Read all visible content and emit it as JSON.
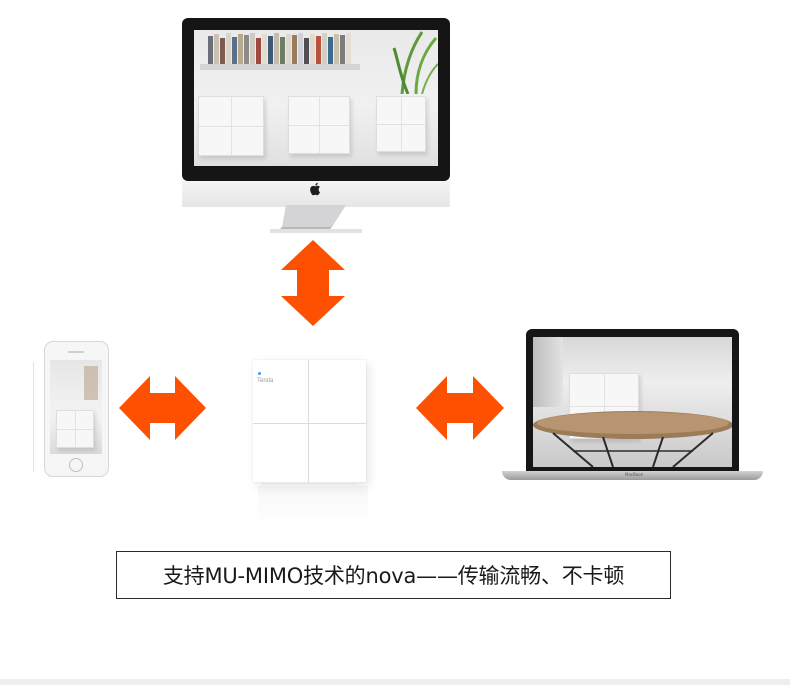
{
  "caption": "支持MU-MIMO技术的nova——传输流畅、不卡顿",
  "router": {
    "brand": "Tenda"
  },
  "laptop": {
    "label": "MacBook"
  },
  "colors": {
    "arrow": "#fd5000",
    "frame": "#151515",
    "background": "#ffffff"
  },
  "icons": {
    "imac": "imac-desktop-icon",
    "phone": "iphone-icon",
    "laptop": "macbook-laptop-icon",
    "router": "mesh-router-cube-icon",
    "apple": "apple-logo-icon",
    "arrows": "double-arrow-icon"
  }
}
